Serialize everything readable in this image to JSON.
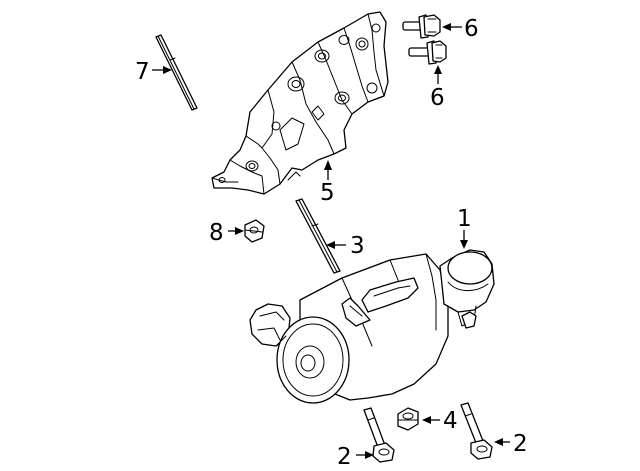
{
  "diagram": {
    "callouts": [
      {
        "id": "label-1",
        "text": "1"
      },
      {
        "id": "label-2-left",
        "text": "2"
      },
      {
        "id": "label-2-right",
        "text": "2"
      },
      {
        "id": "label-3",
        "text": "3"
      },
      {
        "id": "label-4",
        "text": "4"
      },
      {
        "id": "label-5",
        "text": "5"
      },
      {
        "id": "label-6-top",
        "text": "6"
      },
      {
        "id": "label-6-bottom",
        "text": "6"
      },
      {
        "id": "label-7",
        "text": "7"
      },
      {
        "id": "label-8",
        "text": "8"
      }
    ]
  }
}
